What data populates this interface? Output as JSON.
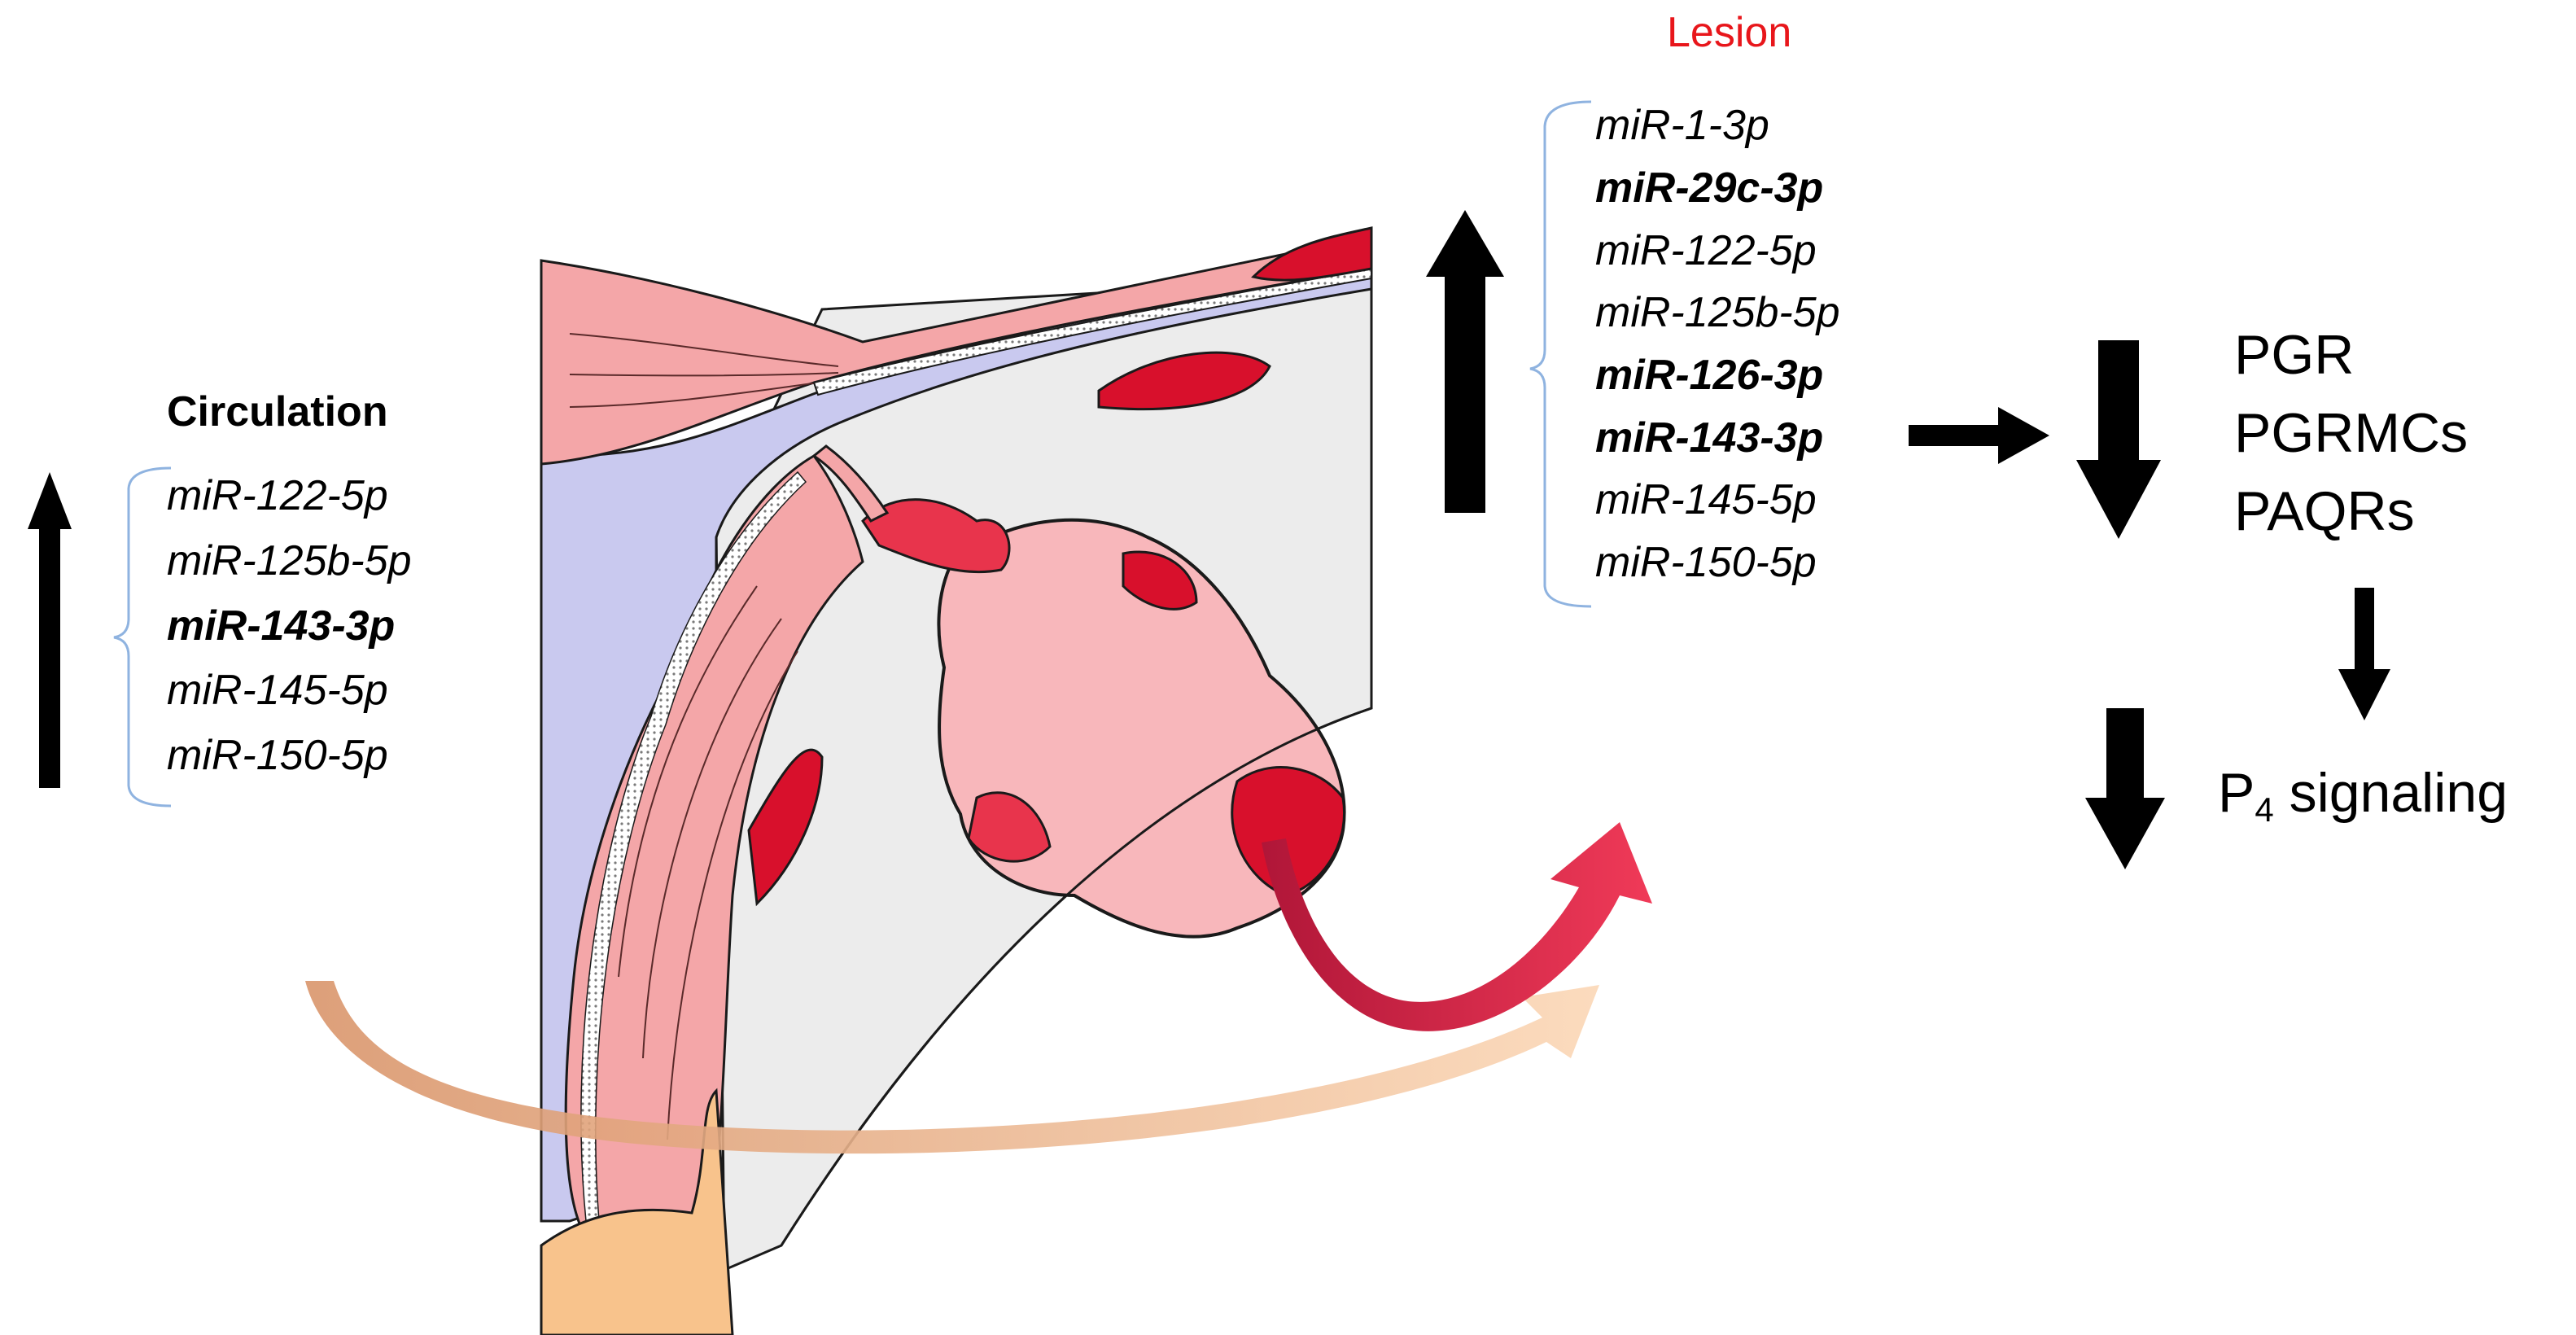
{
  "colors": {
    "lesion_heading": "#e8161b",
    "arrow": "#000000",
    "bracket": "#8fb3e0",
    "tissue_pink": "#f4a6a8",
    "tissue_red": "#d8102c",
    "background_grey": "#ececec",
    "lavender": "#c9c9ef",
    "flow_arrow_red": "#e62e4e",
    "flow_arrow_peach": "#f5c6a0"
  },
  "circulation": {
    "heading": "Circulation",
    "direction": "up",
    "mirnas": [
      {
        "name": "miR-122-5p",
        "bold": false
      },
      {
        "name": "miR-125b-5p",
        "bold": false
      },
      {
        "name": "miR-143-3p",
        "bold": true
      },
      {
        "name": "miR-145-5p",
        "bold": false
      },
      {
        "name": "miR-150-5p",
        "bold": false
      }
    ]
  },
  "lesion": {
    "heading": "Lesion",
    "direction": "up",
    "mirnas": [
      {
        "name": "miR-1-3p",
        "bold": false
      },
      {
        "name": "miR-29c-3p",
        "bold": true
      },
      {
        "name": "miR-122-5p",
        "bold": false
      },
      {
        "name": "miR-125b-5p",
        "bold": false
      },
      {
        "name": "miR-126-3p",
        "bold": true
      },
      {
        "name": "miR-143-3p",
        "bold": true
      },
      {
        "name": "miR-145-5p",
        "bold": false
      },
      {
        "name": "miR-150-5p",
        "bold": false
      }
    ]
  },
  "targets": {
    "direction": "down",
    "items": [
      "PGR",
      "PGRMCs",
      "PAQRs"
    ]
  },
  "outcome": {
    "direction": "down",
    "label_prefix": "P",
    "label_subscript": "4",
    "label_suffix": " signaling"
  }
}
